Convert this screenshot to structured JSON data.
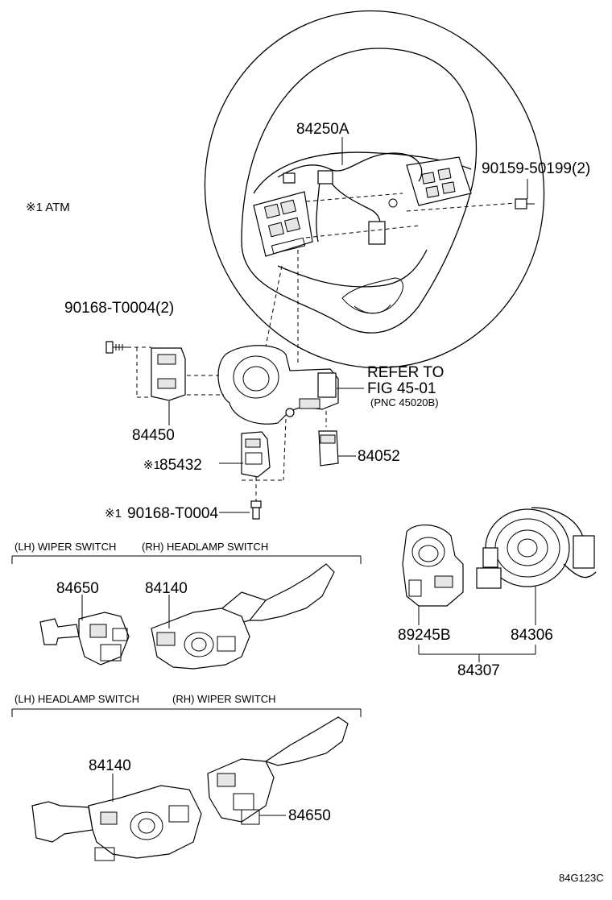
{
  "labels": {
    "p_84250A": "84250A",
    "p_90159": "90159-50199(2)",
    "p_atm": "※1 ATM",
    "p_90168_2": "90168-T0004(2)",
    "p_refer1": "REFER TO",
    "p_refer2": "FIG 45-01",
    "p_refer3": "(PNC 45020B)",
    "p_84450": "84450",
    "p_85432": "85432",
    "p_85432_mark": "※1",
    "p_84052": "84052",
    "p_90168": "90168-T0004",
    "p_90168_mark": "※1",
    "sec1_left": "(LH) WIPER SWITCH",
    "sec1_right": "(RH) HEADLAMP SWITCH",
    "p_84650_a": "84650",
    "p_84140_a": "84140",
    "p_89245B": "89245B",
    "p_84306": "84306",
    "p_84307": "84307",
    "sec2_left": "(LH) HEADLAMP SWITCH",
    "sec2_right": "(RH) WIPER SWITCH",
    "p_84140_b": "84140",
    "p_84650_b": "84650",
    "fig_code": "84G123C"
  }
}
